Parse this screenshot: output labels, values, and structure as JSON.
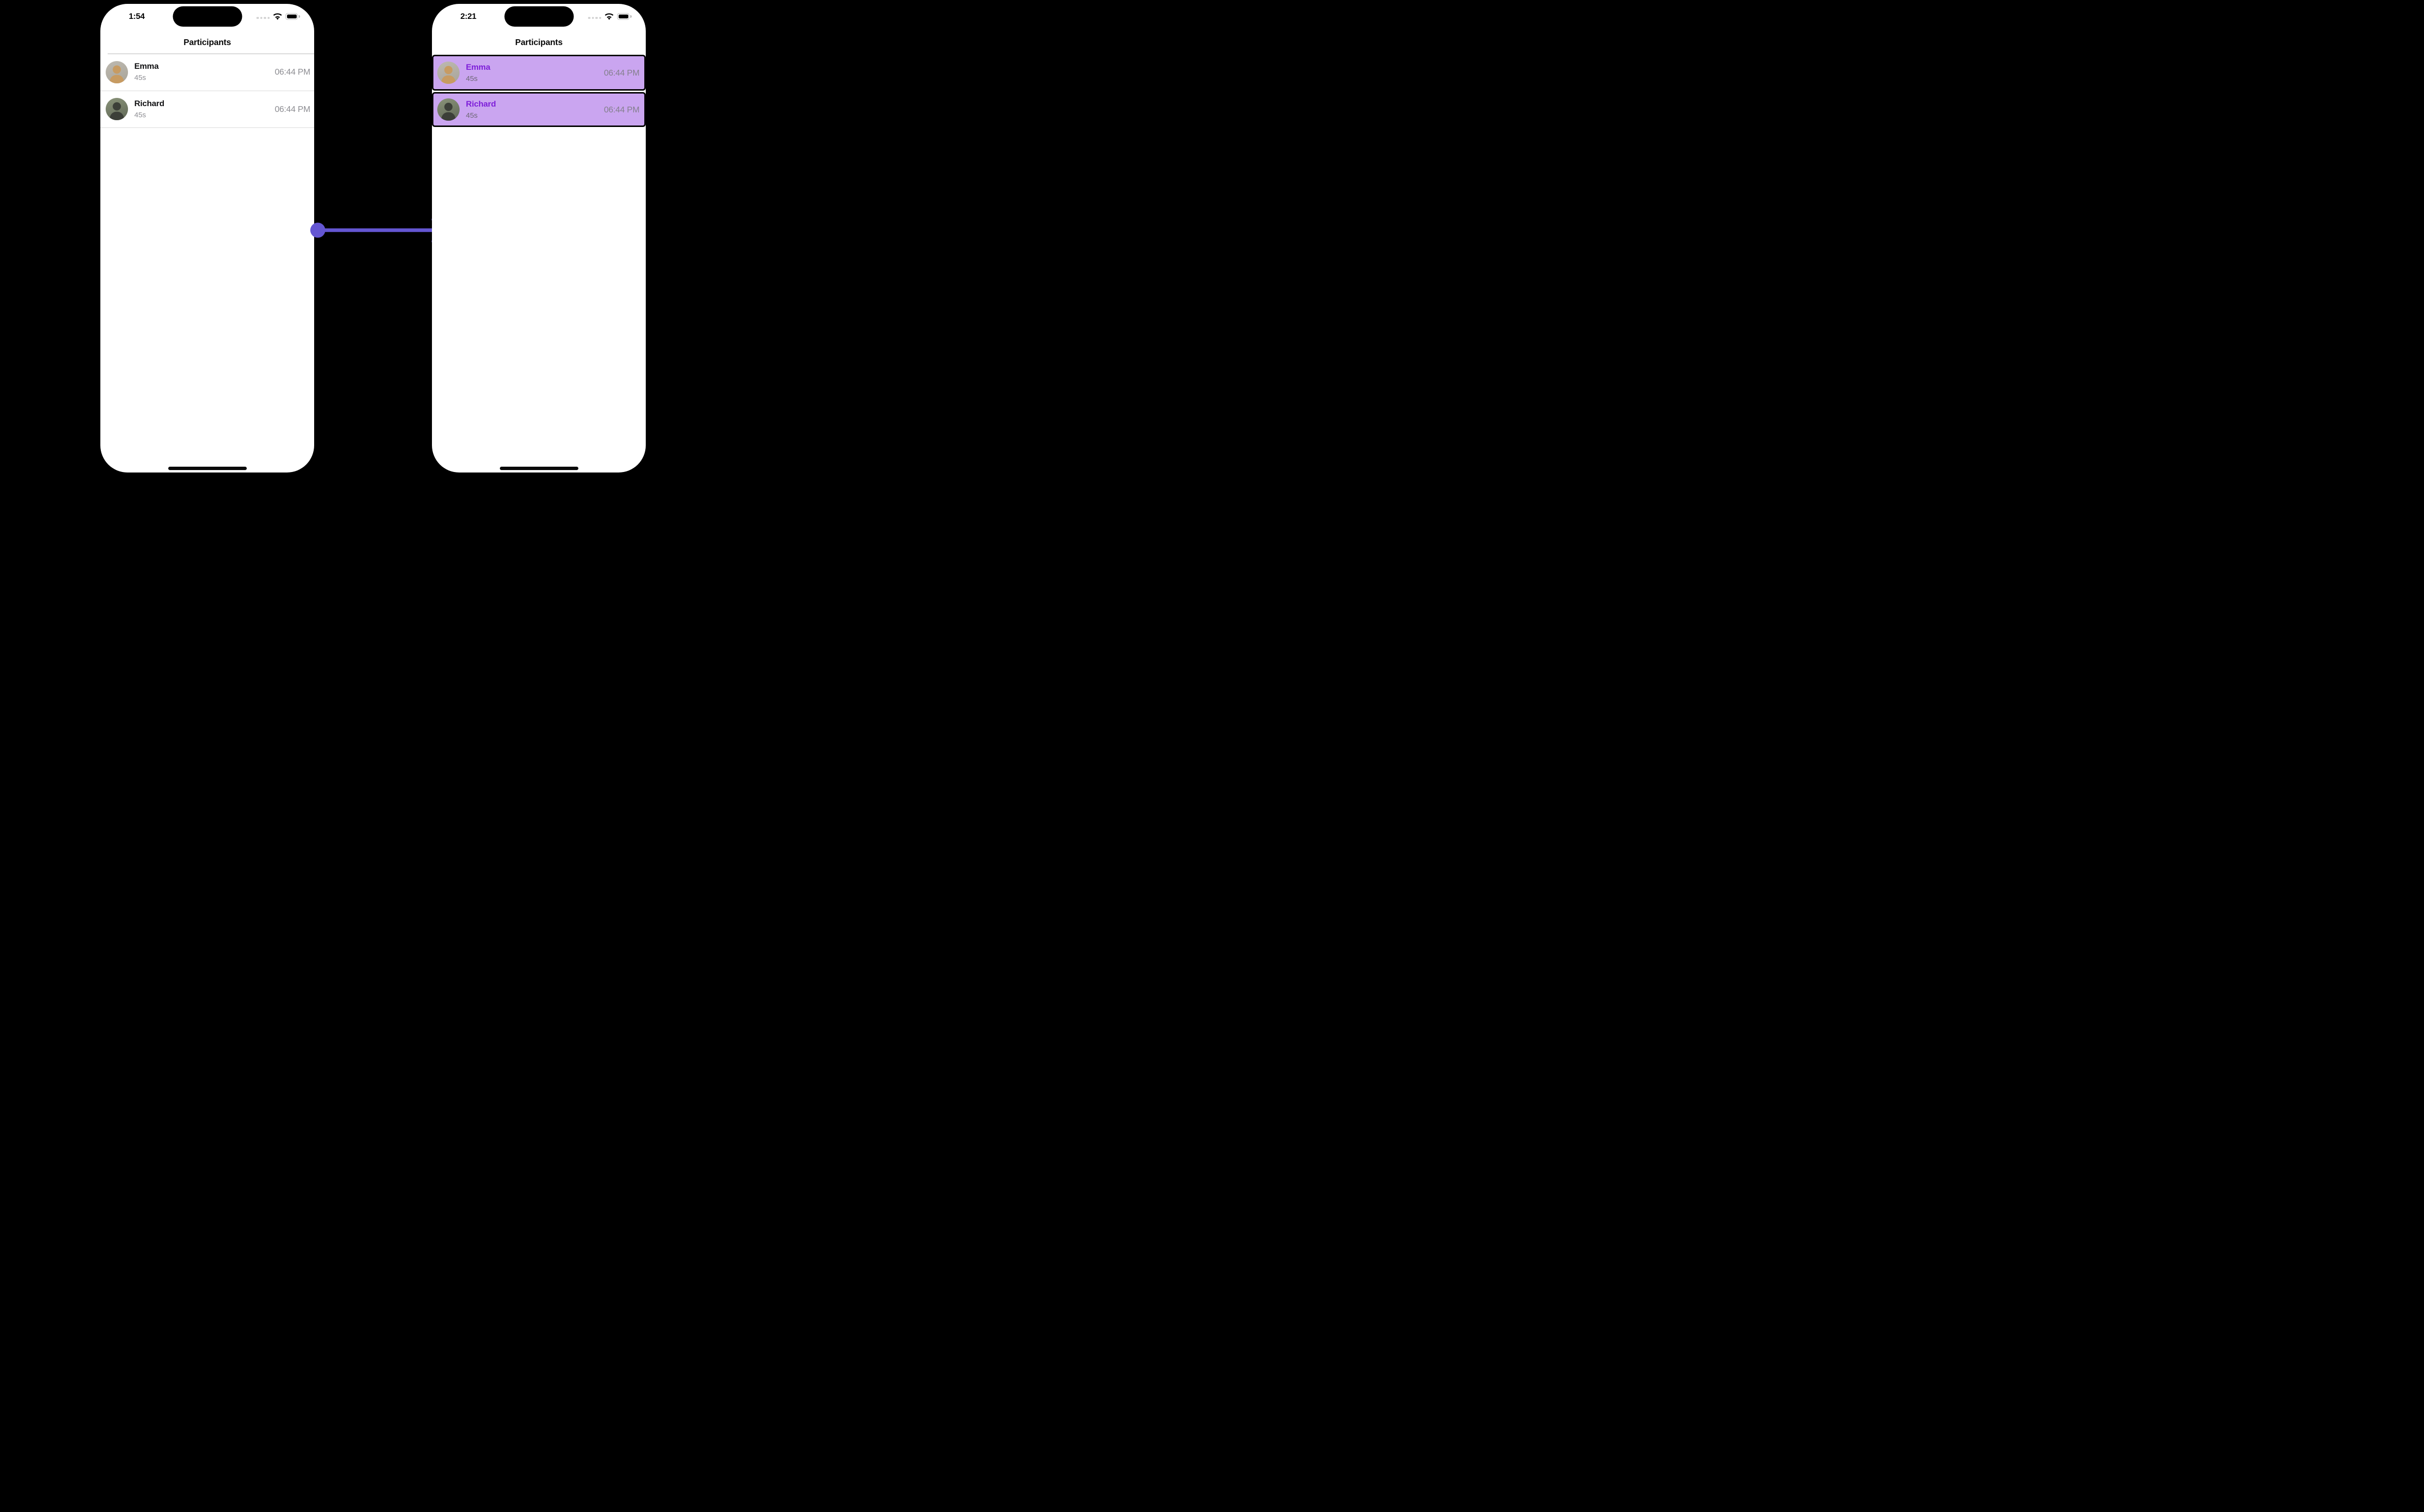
{
  "scene": {
    "background_color": "#000000"
  },
  "colors": {
    "highlight_row_bg": "#caa5f0",
    "highlight_name_text": "#7e1fd9",
    "highlight_border": "#000000",
    "muted_text": "#8e8e93",
    "divider": "#d9d9d9",
    "arrow": "#6456d2"
  },
  "phones": [
    {
      "status_bar": {
        "time": "1:54"
      },
      "title": "Participants",
      "participants": [
        {
          "name": "Emma",
          "duration": "45s",
          "time": "06:44 PM",
          "avatar": "emma-photo",
          "selected": false
        },
        {
          "name": "Richard",
          "duration": "45s",
          "time": "06:44 PM",
          "avatar": "richard-photo",
          "selected": false
        }
      ]
    },
    {
      "status_bar": {
        "time": "2:21"
      },
      "title": "Participants",
      "participants": [
        {
          "name": "Emma",
          "duration": "45s",
          "time": "06:44 PM",
          "avatar": "emma-photo",
          "selected": true
        },
        {
          "name": "Richard",
          "duration": "45s",
          "time": "06:44 PM",
          "avatar": "richard-photo",
          "selected": true
        }
      ]
    }
  ],
  "arrow": {
    "direction": "left-to-right"
  }
}
